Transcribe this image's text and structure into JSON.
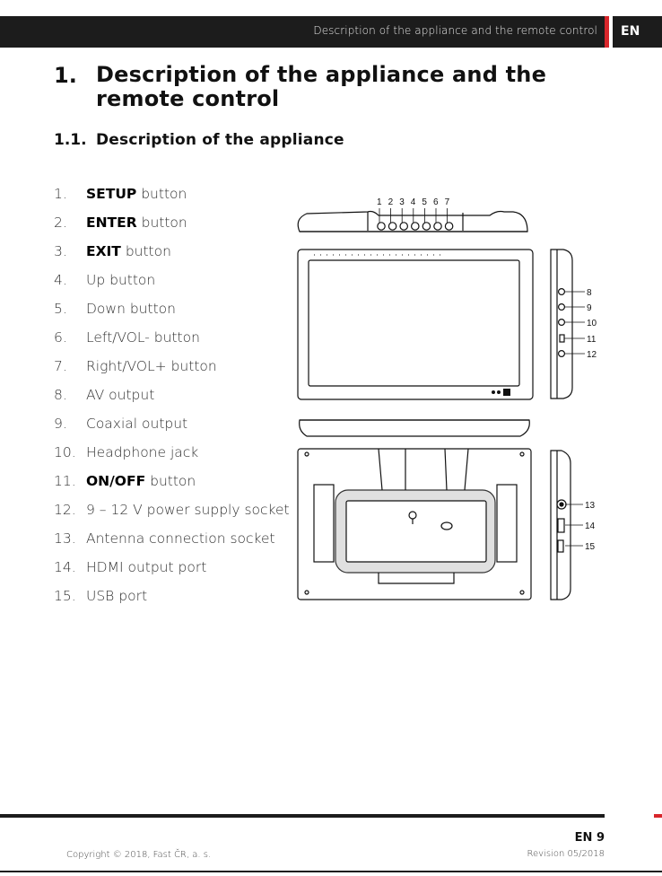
{
  "header": {
    "section_title": "Description of the appliance and the remote control",
    "lang": "EN"
  },
  "heading1": {
    "number": "1.",
    "title": "Description of the appliance and the remote control"
  },
  "heading2": {
    "number": "1.1.",
    "title": "Description of the appliance"
  },
  "parts": [
    {
      "num": "1.",
      "bold": "SETUP",
      "text": " button"
    },
    {
      "num": "2.",
      "bold": "ENTER",
      "text": " button"
    },
    {
      "num": "3.",
      "bold": "EXIT",
      "text": " button"
    },
    {
      "num": "4.",
      "bold": "",
      "text": "Up button"
    },
    {
      "num": "5.",
      "bold": "",
      "text": "Down button"
    },
    {
      "num": "6.",
      "bold": "",
      "text": "Left/VOL- button"
    },
    {
      "num": "7.",
      "bold": "",
      "text": "Right/VOL+ button"
    },
    {
      "num": "8.",
      "bold": "",
      "text": "AV output"
    },
    {
      "num": "9.",
      "bold": "",
      "text": "Coaxial output"
    },
    {
      "num": "10.",
      "bold": "",
      "text": "Headphone jack"
    },
    {
      "num": "11.",
      "bold": "ON/OFF",
      "text": " button"
    },
    {
      "num": "12.",
      "bold": "",
      "text": "9 – 12 V power supply socket"
    },
    {
      "num": "13.",
      "bold": "",
      "text": "Antenna connection socket"
    },
    {
      "num": "14.",
      "bold": "",
      "text": "HDMI output port"
    },
    {
      "num": "15.",
      "bold": "",
      "text": "USB port"
    }
  ],
  "diagram": {
    "top_callouts": [
      "1",
      "2",
      "3",
      "4",
      "5",
      "6",
      "7"
    ],
    "side_callouts": [
      "8",
      "9",
      "10",
      "11",
      "12"
    ],
    "back_callouts": [
      "13",
      "14",
      "15"
    ]
  },
  "footer": {
    "page": "EN 9",
    "copyright": "Copyright © 2018, Fast ČR, a. s.",
    "revision": "Revision 05/2018"
  }
}
